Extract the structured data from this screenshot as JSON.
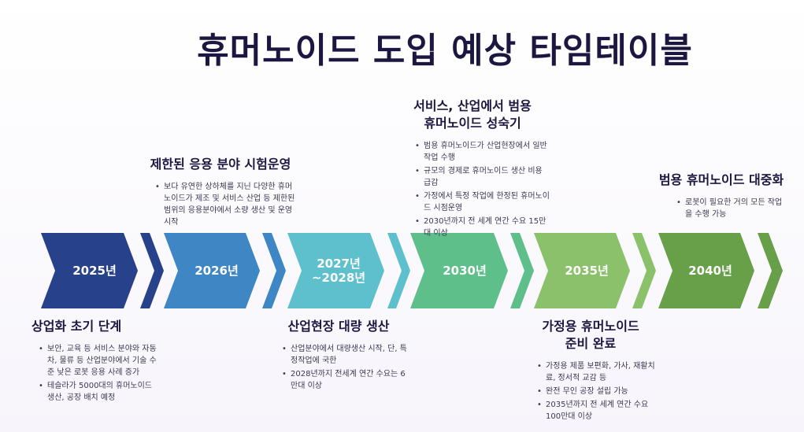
{
  "title": "휴머노이드 도입 예상 타임테이블",
  "colors": {
    "c2025": "#27428a",
    "c2026": "#3f86c5",
    "c2027": "#5ec0cc",
    "c2030": "#5ebf8a",
    "c2035": "#8bc16a",
    "c2040": "#67a049"
  },
  "milestones": [
    {
      "year": "2025년",
      "heading": "상업화 초기 단계",
      "bullets": [
        "보안, 교육 등 서비스 분야와 자동차, 물류 등 산업분야에서 기술 수준 낮은 로봇 응용 사례 증가",
        "테슬라가 5000대의 휴머노이드 생산, 공장 배치 예정"
      ]
    },
    {
      "year": "2026년",
      "heading": "제한된 응용 분야 시험운영",
      "bullets": [
        "보다 유연한 상하체를 지닌 다양한 휴머노이드가 제조 및 서비스 산업 등 제한된 범위의 응용분야에서 소량 생산 및 운영 시작"
      ]
    },
    {
      "year": "2027년 ~2028년",
      "heading": "산업현장 대량 생산",
      "bullets": [
        "산업분야에서 대량생산 시작, 단, 특정작업에 국한",
        "2028년까지 전세계 연간 수요는 6만대 이상"
      ]
    },
    {
      "year": "2030년",
      "heading": "서비스, 산업에서 범용 휴머노이드 성숙기",
      "bullets": [
        "범용 휴머노이드가 산업현장에서 일반작업 수행",
        "규모의 경제로 휴머노이드 생산 비용 급감",
        "가정에서 특정 작업에 한정된 휴머노이드 시점운영",
        "2030년까지 전 세계 연간 수요 15만대 이상"
      ]
    },
    {
      "year": "2035년",
      "heading": "가정용 휴머노이드 준비 완료",
      "bullets": [
        "가정용 제품 보편화, 가사, 재활치료, 정서적 교감 등",
        "완전 무인 공장 설립 가능",
        "2035년까지 전 세계 연간 수요 100만대 이상"
      ]
    },
    {
      "year": "2040년",
      "heading": "범용 휴머노이드 대중화",
      "bullets": [
        "로봇이 필요한 거의 모든 작업을 수행 가능"
      ]
    }
  ]
}
